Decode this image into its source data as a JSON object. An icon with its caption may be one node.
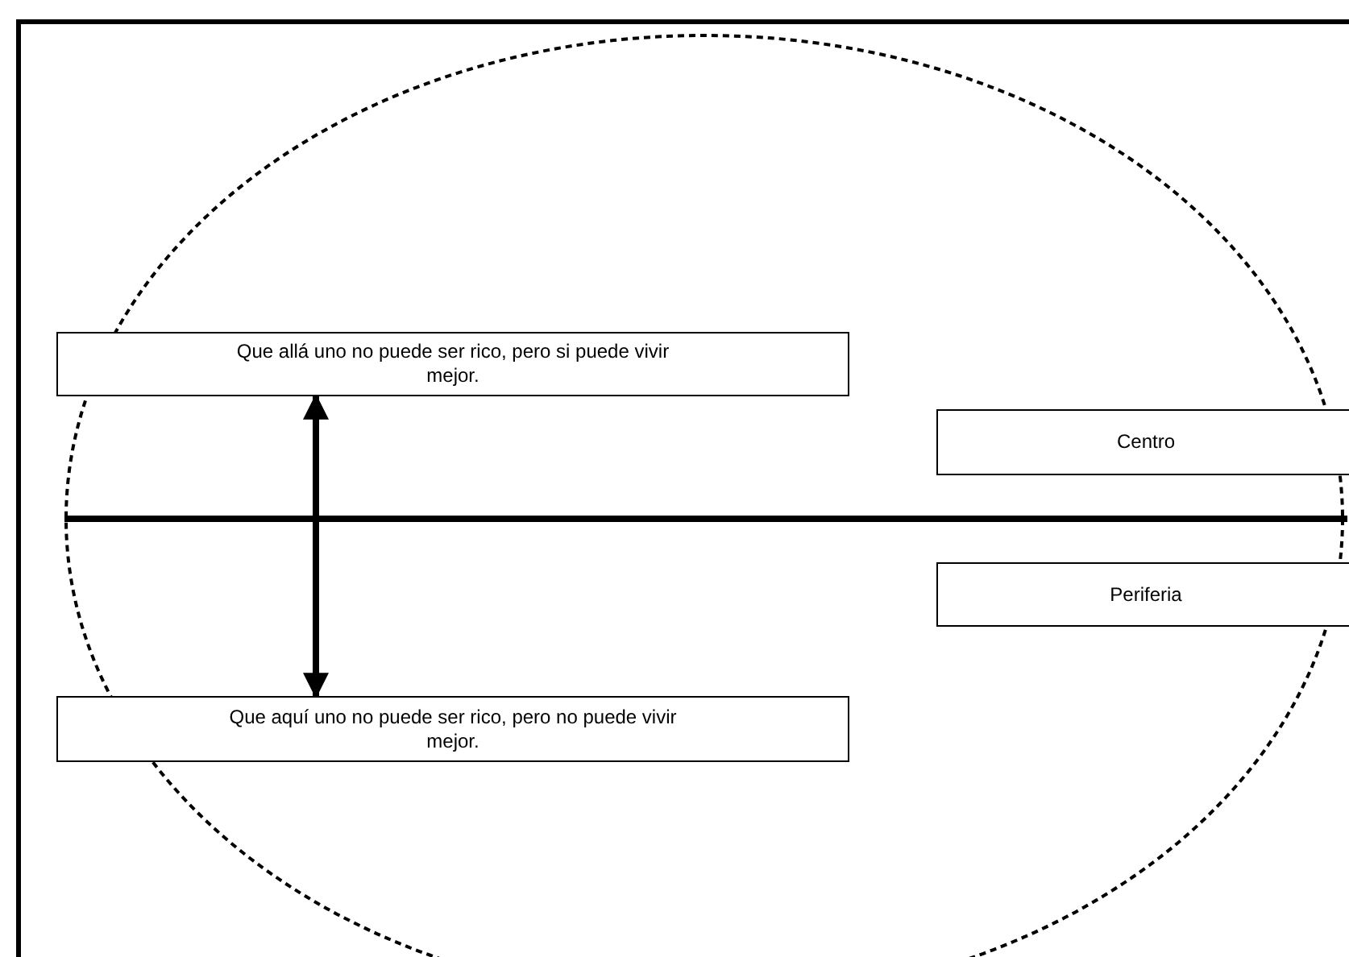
{
  "diagram": {
    "nodes": [
      {
        "text": [
          "Que allá uno no puede ser rico, pero si puede vivir mejor."
        ]
      },
      {
        "text": [
          "Centro"
        ]
      },
      {
        "text": [
          "Periferia"
        ]
      },
      {
        "text": [
          "Que aquí uno no puede ser rico, pero no puede vivir mejor."
        ]
      }
    ],
    "edges": [
      {
        "from": 0,
        "to": 3,
        "arrow": "both"
      }
    ]
  }
}
